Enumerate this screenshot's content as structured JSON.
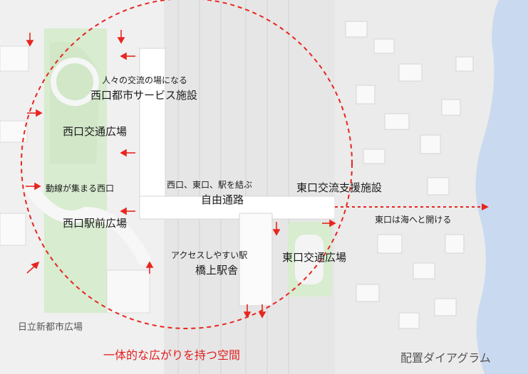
{
  "labels": {
    "nishiguchi_service_sub": "人々の交流の場になる",
    "nishiguchi_service": "西口都市サービス施設",
    "nishiguchi_kotsu": "西口交通広場",
    "doseng": "動線が集まる西口",
    "nishiguchi_ekimae": "西口駅前広場",
    "jiyu_sub": "西口、東口、駅を結ぶ",
    "jiyu": "自由通路",
    "higashiguchi_shien": "東口交流支援施設",
    "higashiguchi_umi": "東口は海へと開ける",
    "kyojo_sub": "アクセスしやすい駅",
    "kyojo": "橋上駅舎",
    "higashiguchi_kotsu": "東口交通広場",
    "hitachi": "日立新都市広場",
    "ittai": "一体的な広がりを持つ空間",
    "haichi": "配置ダイアグラム"
  },
  "colors": {
    "accent": "#e8251f",
    "plaza_green": "#d8ecd0",
    "sea": "#c9daf0",
    "model_white": "#f4f4f4"
  }
}
